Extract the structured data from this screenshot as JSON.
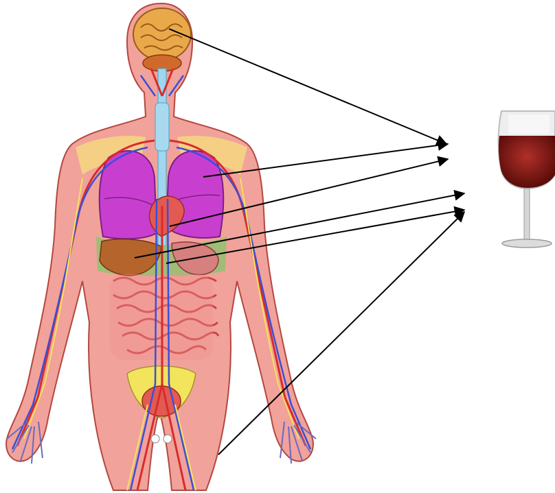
{
  "figure": {
    "subject": "human-anatomy",
    "object": "wine-glass",
    "arrow_color": "#000000",
    "colors": {
      "skin": "#f1a29a",
      "muscle": "#e35a4f",
      "brain": "#e9a84a",
      "lung": "#c83fd0",
      "artery": "#d92b2b",
      "vein": "#3a4fd8",
      "nerve": "#f2e45c",
      "liver": "#b5642b",
      "gut": "#f28f8f",
      "wine": "#7a1510",
      "glass": "#e6e6e6"
    },
    "arrows": [
      {
        "from": "brain",
        "to": "glass"
      },
      {
        "from": "left-lung",
        "to": "glass"
      },
      {
        "from": "heart",
        "to": "glass"
      },
      {
        "from": "liver",
        "to": "glass"
      },
      {
        "from": "stomach",
        "to": "glass"
      },
      {
        "from": "leg",
        "to": "glass"
      }
    ]
  }
}
